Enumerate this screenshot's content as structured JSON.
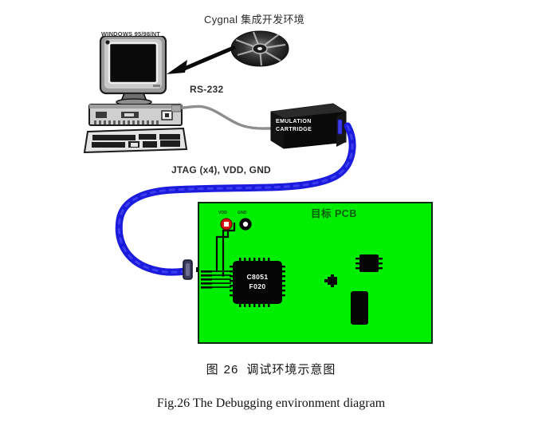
{
  "figure": {
    "title_cn": "Cygnal 集成开发环境",
    "caption_cn_prefix": "图",
    "caption_cn_number": "26",
    "caption_cn_text": "调试环境示意图",
    "caption_en": "Fig.26 The Debugging environment diagram"
  },
  "labels": {
    "windows": "WINDOWS 95/98/NT",
    "rs232": "RS-232",
    "jtag": "JTAG (x4), VDD, GND",
    "target_pcb": "目标 PCB"
  },
  "cartridge": {
    "line1": "EMULATION",
    "line2": "CARTRIDGE"
  },
  "pcb": {
    "chip_line1": "C8051",
    "chip_line2": "F020",
    "testpoint_vdd": "VDD",
    "testpoint_gnd": "GND"
  },
  "icons": {
    "disc": "cd-disc-icon",
    "arrow_ide": "arrow-left-icon",
    "arrow_connector": "arrow-right-icon",
    "monitor": "crt-monitor-icon",
    "keyboard": "keyboard-icon",
    "desktop_case": "desktop-case-icon"
  },
  "colors": {
    "pcb_green": "#00ee00",
    "pcb_border": "#0d2b0d",
    "cable_blue": "#1b1bdd",
    "cartridge_black": "#0a0a0a",
    "rs232_gray": "#8a8a8a",
    "vdd_red": "#d81212",
    "gnd_black": "#000000",
    "pcb_label_green": "#0a5c0a",
    "text": "#141414"
  }
}
